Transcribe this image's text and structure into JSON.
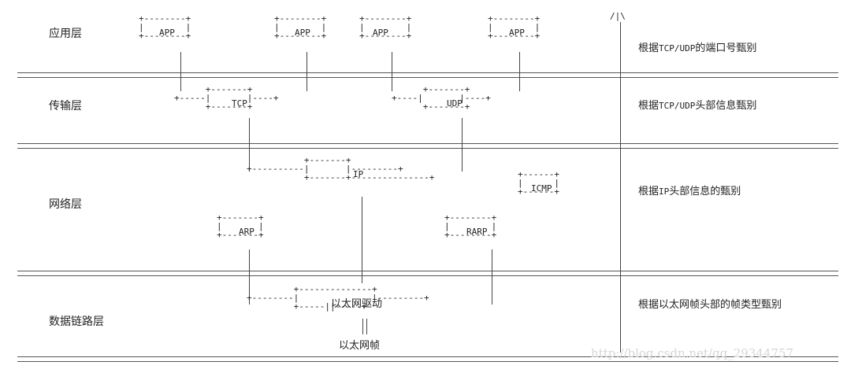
{
  "layers": {
    "app": "应用层",
    "transport": "传输层",
    "network": "网络层",
    "datalink": "数据链路层"
  },
  "boxes": {
    "app1": "APP",
    "app2": "APP",
    "app3": "APP",
    "app4": "APP",
    "tcp": "TCP",
    "udp": "UDP",
    "ip": "IP",
    "icmp": "ICMP",
    "arp": "ARP",
    "rarp": "RARP",
    "ethernet_driver": "以太网驱动",
    "ethernet_frame": "以太网帧"
  },
  "notes": {
    "app_prefix": "根据",
    "app_mono": "TCP/UDP",
    "app_suffix": "的端口号甄别",
    "transport_prefix": "根据",
    "transport_mono": "TCP/UDP",
    "transport_suffix": "头部信息甄别",
    "network_prefix": "根据",
    "network_mono": "IP",
    "network_suffix": "头部信息的甄别",
    "datalink": "根据以太网帧头部的帧类型甄别"
  },
  "arrow_glyph": "/|\\",
  "watermark": "http://blog.csdn.net/qq_29344757"
}
